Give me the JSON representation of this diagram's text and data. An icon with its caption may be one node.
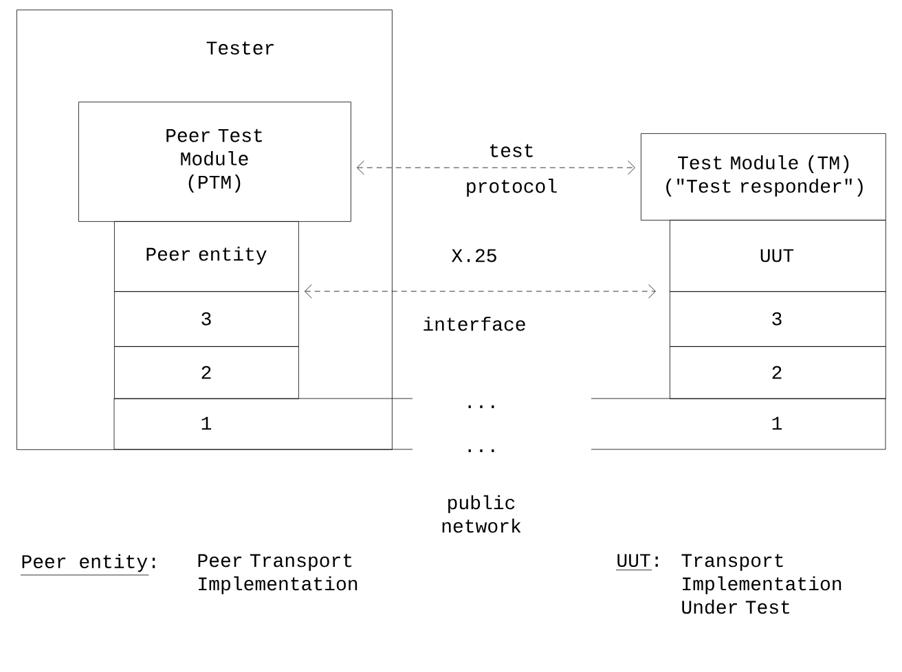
{
  "diagram": {
    "nodes": [
      {
        "text": [
          "Tester"
        ]
      },
      {
        "text": [
          "Peer Test Module (PTM)"
        ],
        "in": 0
      },
      {
        "text": [
          "Peer entity"
        ],
        "in": 0
      },
      {
        "text": [
          "3"
        ],
        "in": 0
      },
      {
        "text": [
          "2"
        ],
        "in": 0
      },
      {
        "text": [
          "1"
        ]
      },
      {
        "text": [
          "Test Module (TM) (\"Test responder\")"
        ]
      },
      {
        "text": [
          "UUT"
        ]
      },
      {
        "text": [
          "3"
        ]
      },
      {
        "text": [
          "2"
        ]
      },
      {
        "text": [
          "1"
        ]
      }
    ],
    "edges": [
      {
        "from": 1,
        "to": 6,
        "arrow": "both",
        "style": "dashed",
        "label": "test protocol"
      },
      {
        "from": 2,
        "to": 7,
        "arrow": "both",
        "style": "dashed",
        "label": "X.25 interface"
      }
    ],
    "labels": [
      "...",
      "...",
      "public network",
      "Peer entity:",
      "Peer Transport Implementation",
      "UUT:",
      "Transport Implementation Under Test"
    ]
  }
}
